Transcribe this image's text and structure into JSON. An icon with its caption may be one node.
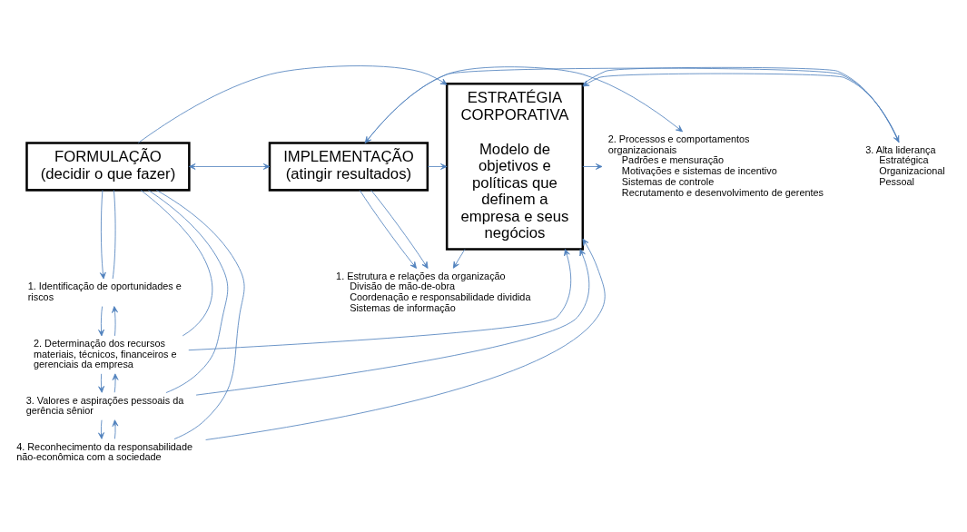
{
  "diagram": {
    "nodes": [
      {
        "text": [
          "FORMULAÇÃO",
          "(decidir o que fazer)"
        ]
      },
      {
        "text": [
          "IMPLEMENTAÇÃO",
          "(atingir resultados)"
        ]
      },
      {
        "text": [
          "ESTRATÉGIA CORPORATIVA",
          "Modelo de objetivos e políticas que definem a empresa e seus negócios"
        ]
      },
      {
        "text": [
          "1. Identificação de oportunidades e riscos"
        ]
      },
      {
        "text": [
          "2. Determinação dos recursos materiais, técnicos, financeiros e gerenciais da empresa"
        ]
      },
      {
        "text": [
          "3. Valores e aspirações pessoais da gerência sênior"
        ]
      },
      {
        "text": [
          "4. Reconhecimento da responsabilidade não-econômica com a sociedade"
        ]
      },
      {
        "text": [
          "1. Estrutura e relações da organização",
          "Divisão de mão-de-obra",
          "Coordenação e responsabilidade dividida",
          "Sistemas de informação"
        ]
      },
      {
        "text": [
          "2. Processos e comportamentos organizacionais",
          "Padrões e mensuração",
          "Motivações e sistemas de incentivo",
          "Sistemas de controle",
          "Recrutamento e desenvolvimento de gerentes"
        ]
      },
      {
        "text": [
          "3. Alta liderança",
          "Estratégica",
          "Organizacional",
          "Pessoal"
        ]
      }
    ],
    "edges": [
      {
        "from": 0,
        "to": 1,
        "arrow": "both"
      },
      {
        "from": 0,
        "to": 2,
        "arrow": "to"
      },
      {
        "from": 1,
        "to": 2,
        "arrow": "to"
      },
      {
        "from": 0,
        "to": 3,
        "arrow": "to"
      },
      {
        "from": 1,
        "to": 7,
        "arrow": "to"
      },
      {
        "from": 0,
        "to": 3,
        "arrow": "none"
      },
      {
        "from": 0,
        "to": 4,
        "arrow": "none"
      },
      {
        "from": 0,
        "to": 5,
        "arrow": "none"
      },
      {
        "from": 0,
        "to": 6,
        "arrow": "none"
      },
      {
        "from": 3,
        "to": 4,
        "arrow": "to"
      },
      {
        "from": 4,
        "to": 3,
        "arrow": "to"
      },
      {
        "from": 4,
        "to": 5,
        "arrow": "to"
      },
      {
        "from": 5,
        "to": 4,
        "arrow": "to"
      },
      {
        "from": 5,
        "to": 6,
        "arrow": "to"
      },
      {
        "from": 6,
        "to": 5,
        "arrow": "to"
      },
      {
        "from": 4,
        "to": 2,
        "arrow": "to"
      },
      {
        "from": 5,
        "to": 2,
        "arrow": "to"
      },
      {
        "from": 6,
        "to": 2,
        "arrow": "to"
      },
      {
        "from": 2,
        "to": 7,
        "arrow": "to"
      },
      {
        "from": 2,
        "to": 8,
        "arrow": "to"
      },
      {
        "from": 9,
        "to": 2,
        "arrow": "to"
      },
      {
        "from": 2,
        "to": 9,
        "arrow": "to"
      },
      {
        "from": 1,
        "to": 7,
        "arrow": "to"
      },
      {
        "from": 1,
        "to": 8,
        "arrow": "to"
      },
      {
        "from": 9,
        "to": 1,
        "arrow": "to"
      }
    ]
  }
}
